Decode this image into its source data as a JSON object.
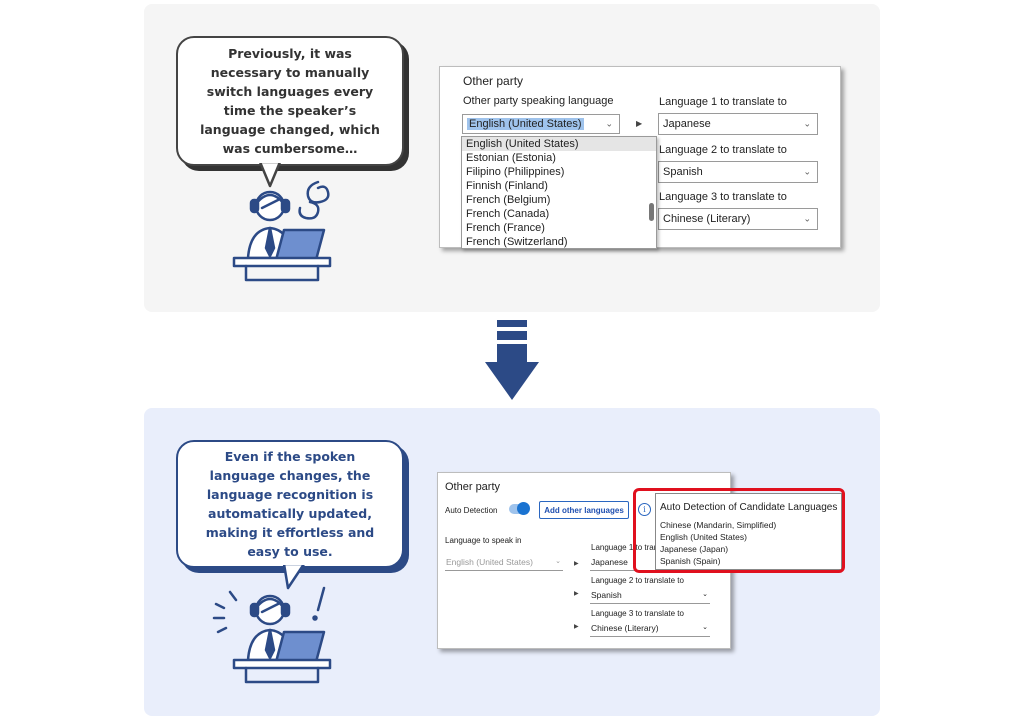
{
  "before": {
    "bubble_text": "Previously, it was necessary to manually switch languages every time the speaker’s language changed, which was cumbersome…",
    "window": {
      "title": "Other party",
      "speaking_label": "Other party speaking language",
      "speaking_value": "English (United States)",
      "targets": [
        {
          "label": "Language 1 to translate to",
          "value": "Japanese"
        },
        {
          "label": "Language 2 to translate to",
          "value": "Spanish"
        },
        {
          "label": "Language 3 to translate to",
          "value": "Chinese (Literary)"
        }
      ],
      "dropdown_options": [
        "English (United States)",
        "Estonian (Estonia)",
        "Filipino (Philippines)",
        "Finnish (Finland)",
        "French (Belgium)",
        "French (Canada)",
        "French (France)",
        "French (Switzerland)"
      ]
    }
  },
  "after": {
    "bubble_text": "Even if the spoken language changes, the language recognition is automatically updated, making it effortless and easy to use.",
    "window": {
      "title": "Other party",
      "auto_detection_label": "Auto Detection",
      "add_languages_label": "Add other languages",
      "speak_in_label": "Language to speak in",
      "speak_in_value": "English (United States)",
      "targets": [
        {
          "label": "Language 1 to translate to",
          "value": "Japanese"
        },
        {
          "label": "Language 2 to translate to",
          "value": "Spanish"
        },
        {
          "label": "Language 3 to translate to",
          "value": "Chinese (Literary)"
        }
      ]
    },
    "popup": {
      "title": "Auto Detection of Candidate Languages",
      "items": [
        "Chinese (Mandarin, Simplified)",
        "English (United States)",
        "Japanese (Japan)",
        "Spanish (Spain)"
      ]
    }
  },
  "colors": {
    "navy": "#2c4a86",
    "highlight_red": "#e0101e",
    "selection_blue": "#9fc3ec",
    "toggle_blue": "#1a73d1"
  },
  "icons": {
    "headset": "headset-icon",
    "info": "info-icon",
    "chevron": "chevron-down-icon",
    "play": "play-arrow-icon",
    "arrow": "down-arrow-icon"
  }
}
